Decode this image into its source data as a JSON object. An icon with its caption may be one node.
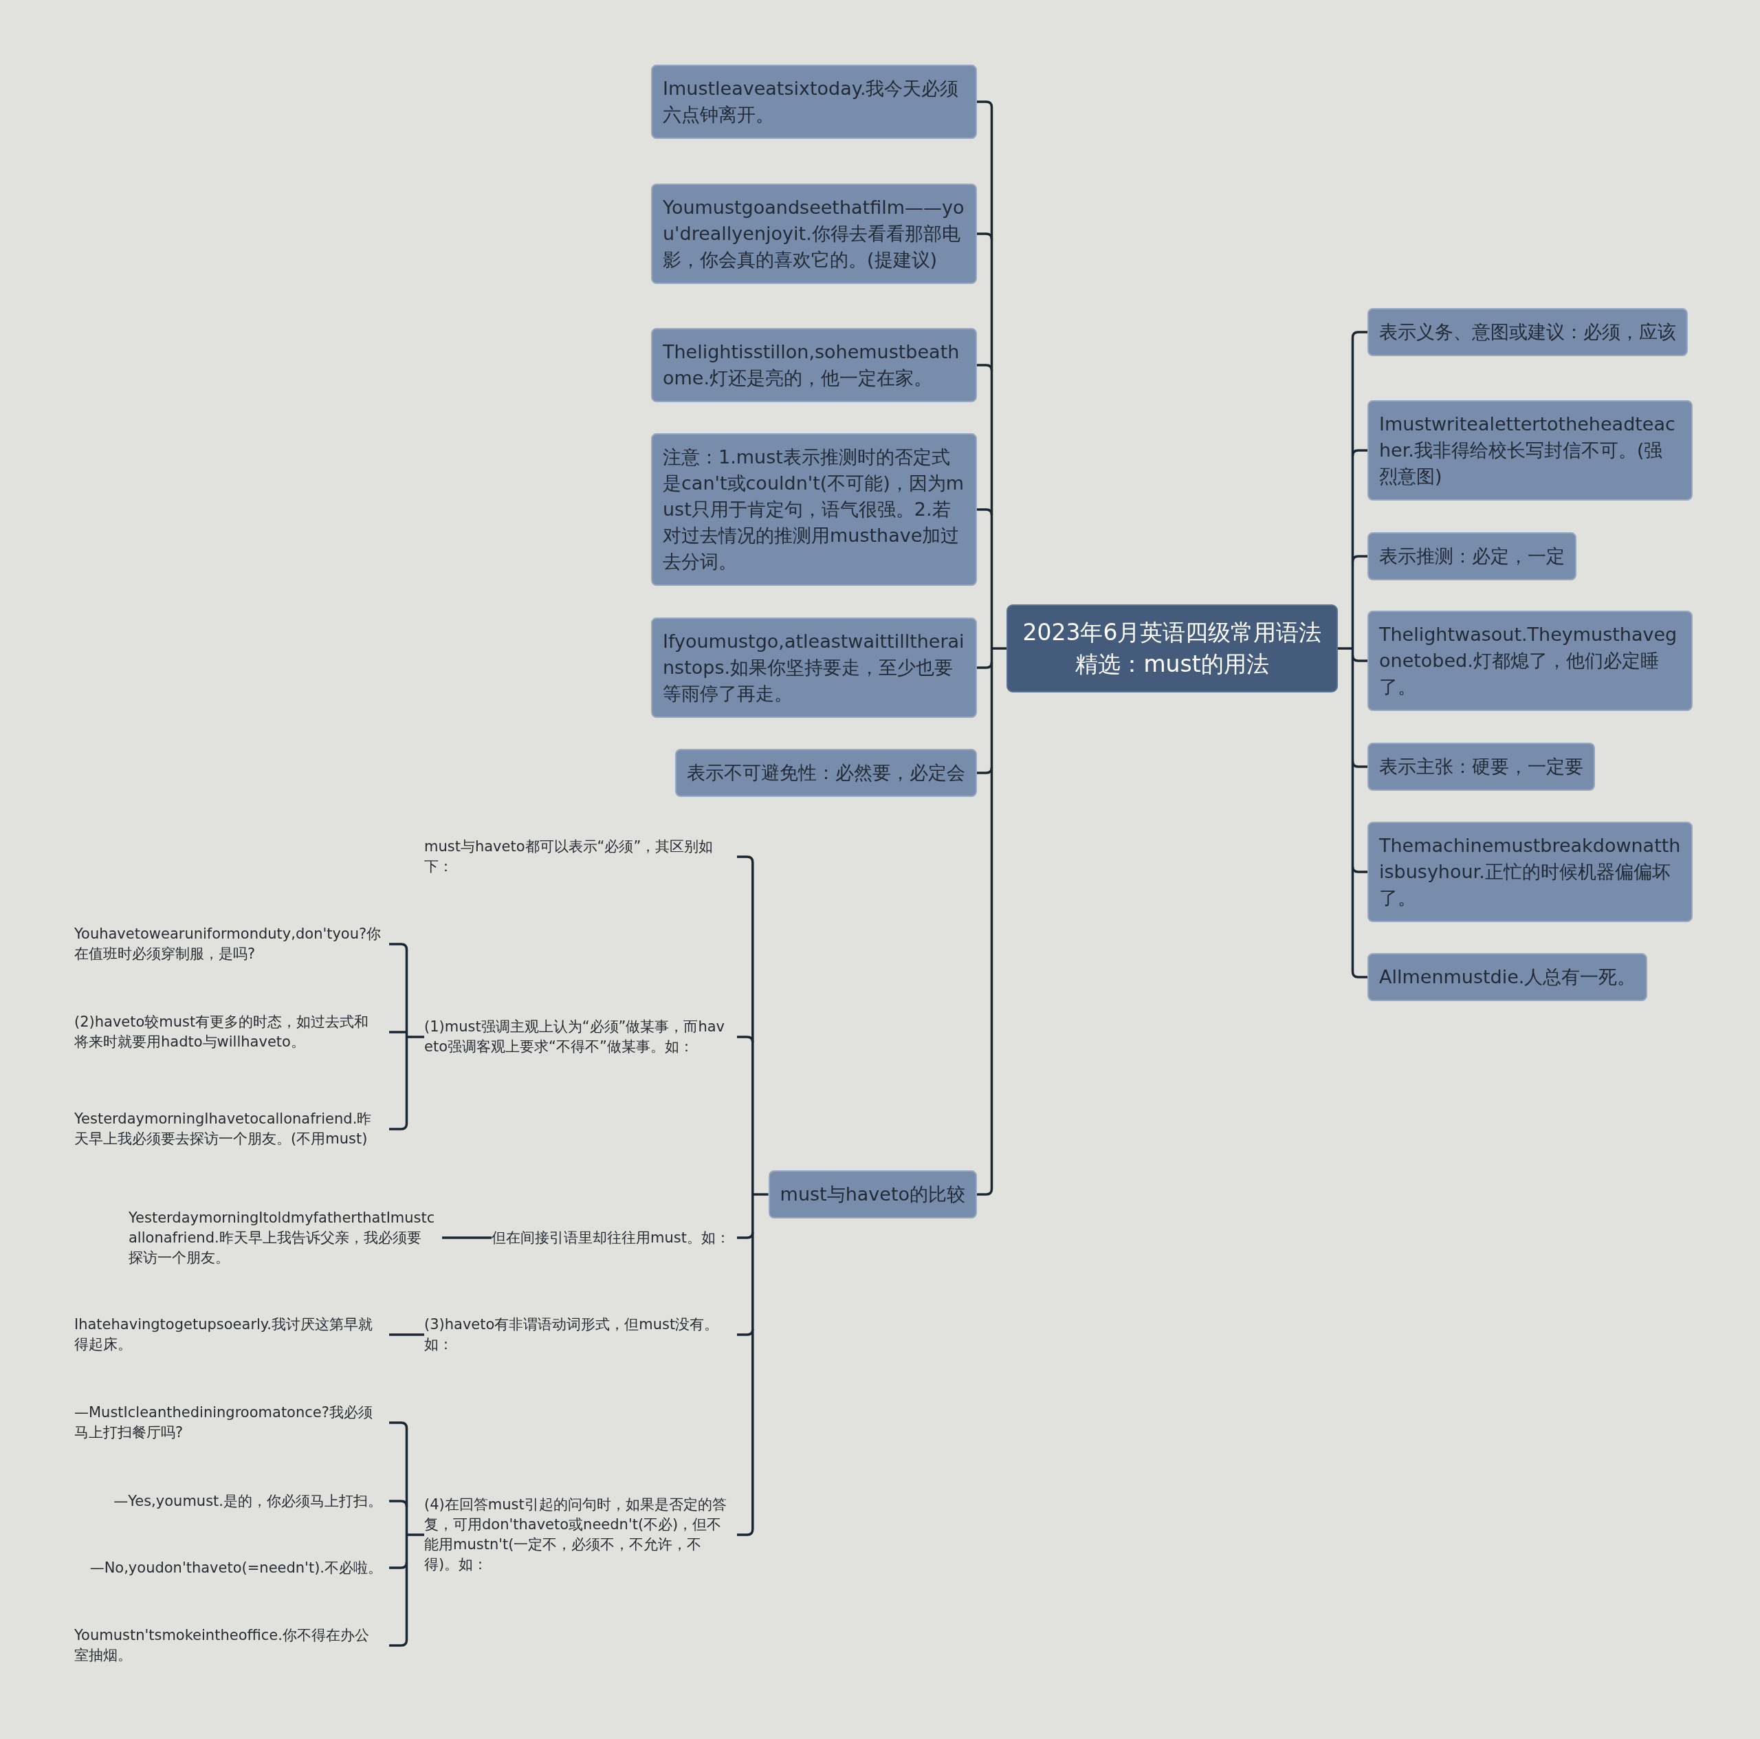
{
  "diagram": {
    "nodes": [
      {
        "text": [
          "2023年6月英语四级常用语法精选：must的用法"
        ]
      },
      {
        "text": [
          "Imustleaveatsixtoday.我今天必须六点钟离开。"
        ]
      },
      {
        "text": [
          "Youmustgoandseethatfilm——you'dreallyenjoyit.你得去看看那部电影，你会真的喜欢它的。(提建议)"
        ]
      },
      {
        "text": [
          "Thelightisstillon,sohemustbeathome.灯还是亮的，他一定在家。"
        ]
      },
      {
        "text": [
          "注意：1.must表示推测时的否定式是can't或couldn't(不可能)，因为must只用于肯定句，语气很强。2.若对过去情况的推测用musthave加过去分词。"
        ]
      },
      {
        "text": [
          "Ifyoumustgo,atleastwaittilltherainstops.如果你坚持要走，至少也要等雨停了再走。"
        ]
      },
      {
        "text": [
          "表示不可避免性：必然要，必定会"
        ]
      },
      {
        "text": [
          "must与haveto的比较"
        ]
      },
      {
        "text": [
          "must与haveto都可以表示“必须”，其区别如下："
        ]
      },
      {
        "text": [
          "(1)must强调主观上认为“必须”做某事，而haveto强调客观上要求“不得不”做某事。如："
        ]
      },
      {
        "text": [
          "但在间接引语里却往往用must。如："
        ]
      },
      {
        "text": [
          "(3)haveto有非谓语动词形式，但must没有。如："
        ]
      },
      {
        "text": [
          "(4)在回答must引起的问句时，如果是否定的答复，可用don'thaveto或needn't(不必)，但不能用mustn't(一定不，必须不，不允许，不得)。如："
        ]
      },
      {
        "text": [
          "Youhavetowearuniformonduty,don'tyou?你在值班时必须穿制服，是吗?"
        ]
      },
      {
        "text": [
          "(2)haveto较must有更多的时态，如过去式和将来时就要用hadto与willhaveto。"
        ]
      },
      {
        "text": [
          "YesterdaymorningIhavetocallonafriend.昨天早上我必须要去探访一个朋友。(不用must)"
        ]
      },
      {
        "text": [
          "YesterdaymorningItoldmyfatherthatImustcallonafriend.昨天早上我告诉父亲，我必须要探访一个朋友。"
        ]
      },
      {
        "text": [
          "Ihatehavingtogetupsoearly.我讨厌这第早就得起床。"
        ]
      },
      {
        "text": [
          "—MustIcleanthediningroomatonce?我必须马上打扫餐厅吗?"
        ]
      },
      {
        "text": [
          "—Yes,youmust.是的，你必须马上打扫。"
        ]
      },
      {
        "text": [
          "—No,youdon'thaveto(=needn't).不必啦。"
        ]
      },
      {
        "text": [
          "Youmustn'tsmokeintheoffice.你不得在办公室抽烟。"
        ]
      },
      {
        "text": [
          "表示义务、意图或建议：必须，应该"
        ]
      },
      {
        "text": [
          "Imustwritealettertotheheadteacher.我非得给校长写封信不可。(强烈意图)"
        ]
      },
      {
        "text": [
          "表示推测：必定，一定"
        ]
      },
      {
        "text": [
          "Thelightwasout.Theymusthavegonetobed.灯都熄了，他们必定睡了。"
        ]
      },
      {
        "text": [
          "表示主张：硬要，一定要"
        ]
      },
      {
        "text": [
          "Themachinemustbreakdownatthisbusyhour.正忙的时候机器偏偏坏了。"
        ]
      },
      {
        "text": [
          "Allmenmustdie.人总有一死。"
        ]
      }
    ],
    "edges": [
      {
        "from": 0,
        "to": 1,
        "arrow": "none"
      },
      {
        "from": 0,
        "to": 2,
        "arrow": "none"
      },
      {
        "from": 0,
        "to": 3,
        "arrow": "none"
      },
      {
        "from": 0,
        "to": 4,
        "arrow": "none"
      },
      {
        "from": 0,
        "to": 5,
        "arrow": "none"
      },
      {
        "from": 0,
        "to": 6,
        "arrow": "none"
      },
      {
        "from": 0,
        "to": 7,
        "arrow": "none"
      },
      {
        "from": 0,
        "to": 22,
        "arrow": "none"
      },
      {
        "from": 0,
        "to": 23,
        "arrow": "none"
      },
      {
        "from": 0,
        "to": 24,
        "arrow": "none"
      },
      {
        "from": 0,
        "to": 25,
        "arrow": "none"
      },
      {
        "from": 0,
        "to": 26,
        "arrow": "none"
      },
      {
        "from": 0,
        "to": 27,
        "arrow": "none"
      },
      {
        "from": 0,
        "to": 28,
        "arrow": "none"
      },
      {
        "from": 7,
        "to": 8,
        "arrow": "none"
      },
      {
        "from": 7,
        "to": 9,
        "arrow": "none"
      },
      {
        "from": 7,
        "to": 10,
        "arrow": "none"
      },
      {
        "from": 7,
        "to": 11,
        "arrow": "none"
      },
      {
        "from": 7,
        "to": 12,
        "arrow": "none"
      },
      {
        "from": 9,
        "to": 13,
        "arrow": "none"
      },
      {
        "from": 9,
        "to": 14,
        "arrow": "none"
      },
      {
        "from": 9,
        "to": 15,
        "arrow": "none"
      },
      {
        "from": 10,
        "to": 16,
        "arrow": "none"
      },
      {
        "from": 11,
        "to": 17,
        "arrow": "none"
      },
      {
        "from": 12,
        "to": 18,
        "arrow": "none"
      },
      {
        "from": 12,
        "to": 19,
        "arrow": "none"
      },
      {
        "from": 12,
        "to": 20,
        "arrow": "none"
      },
      {
        "from": 12,
        "to": 21,
        "arrow": "none"
      }
    ]
  }
}
